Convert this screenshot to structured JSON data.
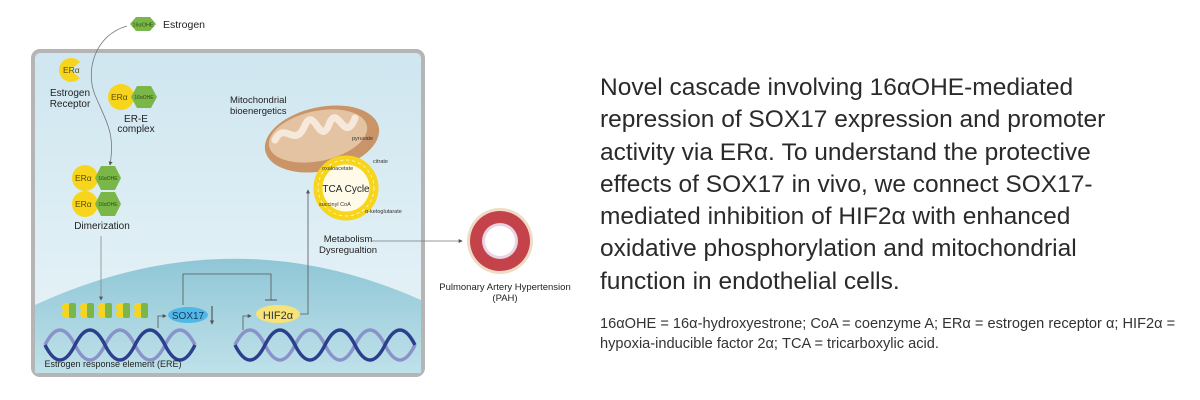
{
  "diagram": {
    "estrogen_molecule": "16αOHE",
    "estrogen_label": "Estrogen",
    "receptor_glyph": "ERα",
    "receptor_label_line1": "Estrogen",
    "receptor_label_line2": "Receptor",
    "complex_label_line1": "ER-E",
    "complex_label_line2": "complex",
    "dimerization_label": "Dimerization",
    "ere_label": "Estrogen response element (ERE)",
    "sox17_label": "SOX17",
    "hif2a_label": "HIF2α",
    "mito_label_line1": "Mitochondrial",
    "mito_label_line2": "bioenergetics",
    "tca": {
      "title": "TCA Cycle",
      "pyruvate": "pyruvate",
      "citrate": "citrate",
      "oxaloacetate": "oxaloacetate",
      "succinyl": "succinyl CoA",
      "ketoglutarate": "α-ketoglutarate"
    },
    "metabolism_line1": "Metabolism",
    "metabolism_line2": "Dysregualtion",
    "pah_line1": "Pulmonary Artery Hypertension",
    "pah_line2": "(PAH)",
    "colors": {
      "cell_bg": "#d6ebf3",
      "nucleus": "#9fcfdd",
      "receptor": "#f7d51d",
      "estrogen": "#7ab648",
      "sox17": "#4fb8e6",
      "hif2a": "#f7e37a",
      "dna_dark": "#2c3f8c",
      "dna_light": "#8a93c9",
      "tca_ring": "#f7d51d",
      "mito": "#d4a47a",
      "artery": "#c4434b"
    }
  },
  "summary_text": "Novel cascade involving 16αOHE-mediated repression of SOX17 expression and promoter activity via ERα. To understand the protective effects of SOX17 in vivo, we connect SOX17-mediated inhibition of HIF2α with enhanced oxidative phosphorylation and mitochondrial function in endothelial cells.",
  "abbreviations": "16αOHE = 16α-hydroxyestrone; CoA = coenzyme A; ERα = estrogen receptor α; HIF2α = hypoxia-inducible factor 2α; TCA = tricarboxylic acid."
}
